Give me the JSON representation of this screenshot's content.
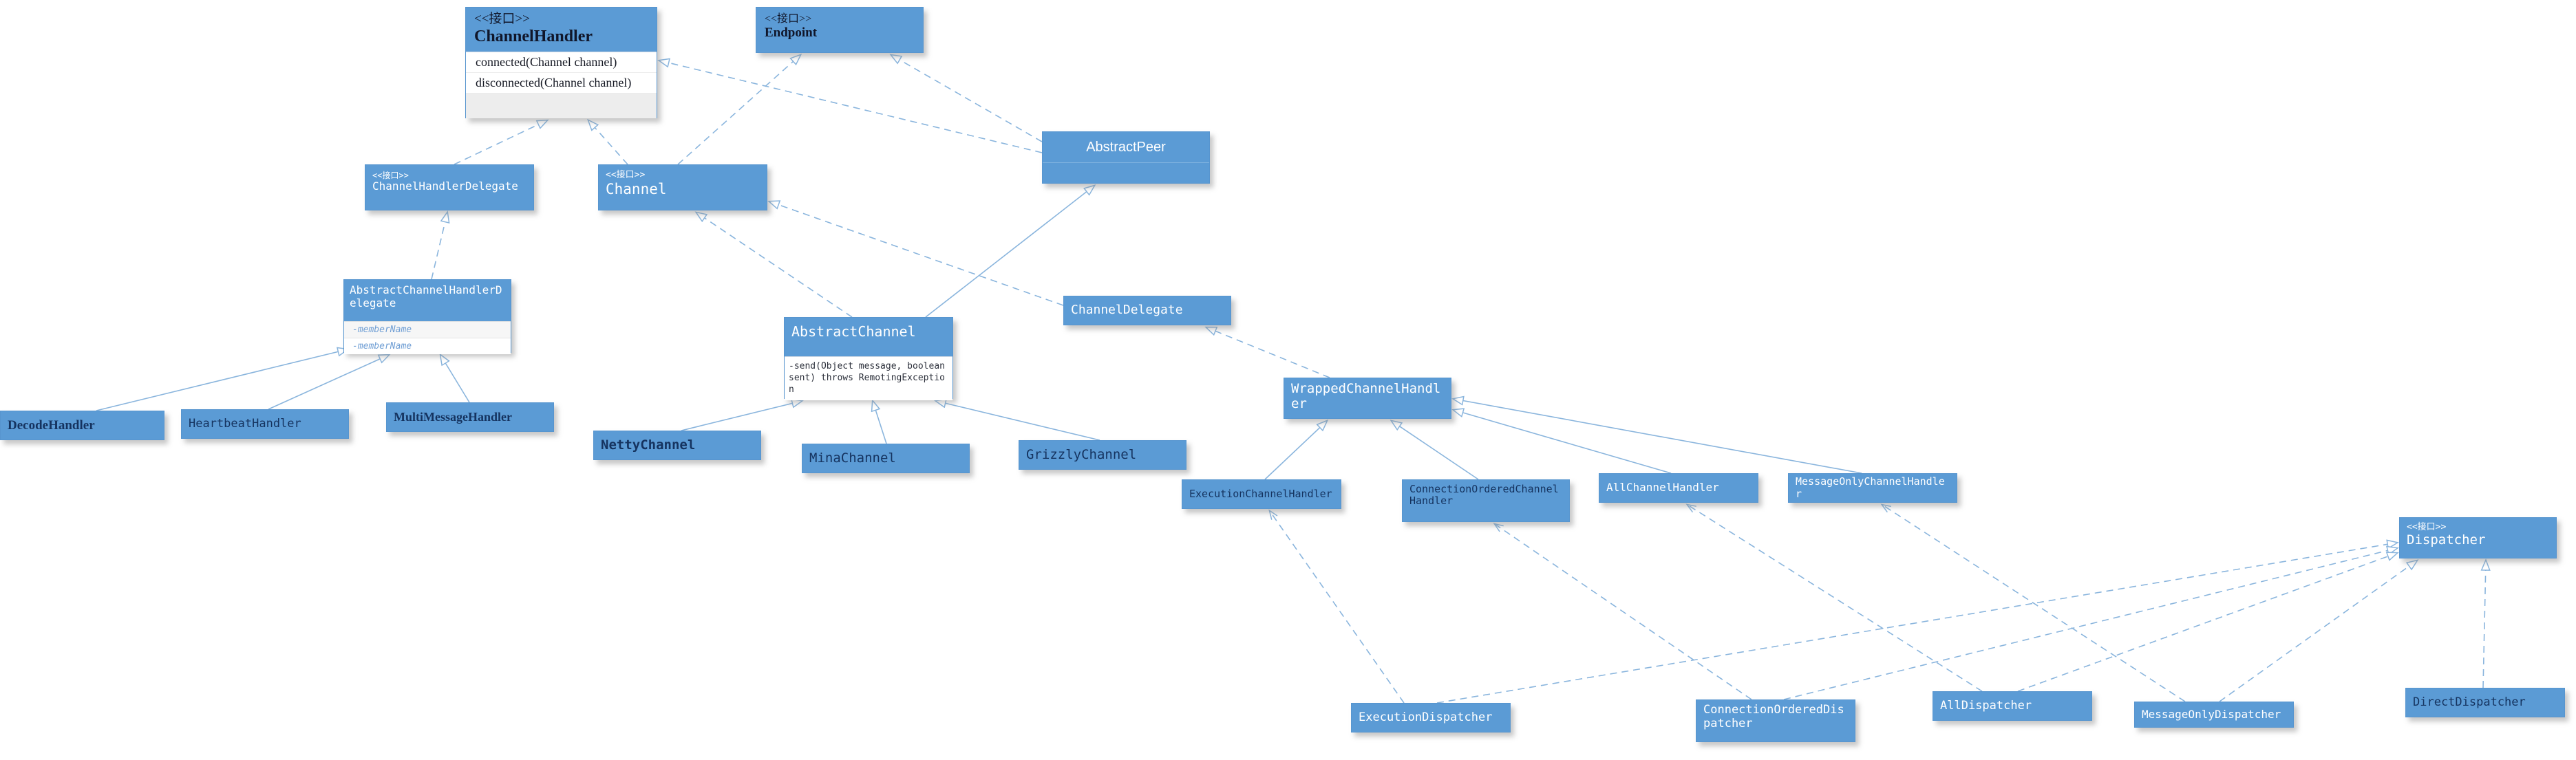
{
  "colors": {
    "node_fill": "#5b9bd5",
    "edge": "#8ab5dd",
    "canvas": "#ffffff"
  },
  "nodes": {
    "channelHandler": {
      "stereotype": "<<接口>>",
      "name": "ChannelHandler",
      "methods": [
        "connected(Channel channel)",
        "disconnected(Channel channel)"
      ]
    },
    "endpoint": {
      "stereotype": "<<接口>>",
      "name": "Endpoint"
    },
    "abstractPeer": {
      "name": "AbstractPeer"
    },
    "channelHandlerDelegate": {
      "stereotype": "<<接口>>",
      "name": "ChannelHandlerDelegate"
    },
    "channel": {
      "stereotype": "<<接口>>",
      "name": "Channel"
    },
    "channelDelegate": {
      "name": "ChannelDelegate"
    },
    "abstractChannelHandlerDelegate": {
      "name": "AbstractChannelHandlerDelegate",
      "members": [
        "-memberName",
        "-memberName"
      ]
    },
    "abstractChannel": {
      "name": "AbstractChannel",
      "methods": [
        "-send(Object message, boolean sent) throws RemotingException"
      ]
    },
    "wrappedChannelHandler": {
      "name": "WrappedChannelHandler"
    },
    "decodeHandler": {
      "name": "DecodeHandler"
    },
    "heartbeatHandler": {
      "name": "HeartbeatHandler"
    },
    "multiMessageHandler": {
      "name": "MultiMessageHandler"
    },
    "nettyChannel": {
      "name": "NettyChannel"
    },
    "minaChannel": {
      "name": "MinaChannel"
    },
    "grizzlyChannel": {
      "name": "GrizzlyChannel"
    },
    "executionChannelHandler": {
      "name": "ExecutionChannelHandler"
    },
    "connectionOrderedChannelHandler": {
      "name": "ConnectionOrderedChannelHandler"
    },
    "allChannelHandler": {
      "name": "AllChannelHandler"
    },
    "messageOnlyChannelHandler": {
      "name": "MessageOnlyChannelHandler"
    },
    "dispatcher": {
      "stereotype": "<<接口>>",
      "name": "Dispatcher"
    },
    "executionDispatcher": {
      "name": "ExecutionDispatcher"
    },
    "connectionOrderedDispatcher": {
      "name": "ConnectionOrderedDispatcher"
    },
    "allDispatcher": {
      "name": "AllDispatcher"
    },
    "messageOnlyDispatcher": {
      "name": "MessageOnlyDispatcher"
    },
    "directDispatcher": {
      "name": "DirectDispatcher"
    }
  },
  "relationships": [
    {
      "from": "Channel",
      "to": "Endpoint",
      "type": "realization"
    },
    {
      "from": "Channel",
      "to": "ChannelHandler",
      "type": "realization"
    },
    {
      "from": "AbstractPeer",
      "to": "Endpoint",
      "type": "realization"
    },
    {
      "from": "AbstractPeer",
      "to": "ChannelHandler",
      "type": "realization"
    },
    {
      "from": "ChannelHandlerDelegate",
      "to": "ChannelHandler",
      "type": "realization"
    },
    {
      "from": "AbstractChannelHandlerDelegate",
      "to": "ChannelHandlerDelegate",
      "type": "realization"
    },
    {
      "from": "AbstractChannel",
      "to": "AbstractPeer",
      "type": "generalization"
    },
    {
      "from": "AbstractChannel",
      "to": "Channel",
      "type": "realization"
    },
    {
      "from": "ChannelDelegate",
      "to": "Channel",
      "type": "realization"
    },
    {
      "from": "WrappedChannelHandler",
      "to": "ChannelDelegate",
      "type": "realization"
    },
    {
      "from": "DecodeHandler",
      "to": "AbstractChannelHandlerDelegate",
      "type": "generalization"
    },
    {
      "from": "HeartbeatHandler",
      "to": "AbstractChannelHandlerDelegate",
      "type": "generalization"
    },
    {
      "from": "MultiMessageHandler",
      "to": "AbstractChannelHandlerDelegate",
      "type": "generalization"
    },
    {
      "from": "NettyChannel",
      "to": "AbstractChannel",
      "type": "generalization"
    },
    {
      "from": "MinaChannel",
      "to": "AbstractChannel",
      "type": "generalization"
    },
    {
      "from": "GrizzlyChannel",
      "to": "AbstractChannel",
      "type": "generalization"
    },
    {
      "from": "ExecutionChannelHandler",
      "to": "WrappedChannelHandler",
      "type": "generalization"
    },
    {
      "from": "ConnectionOrderedChannelHandler",
      "to": "WrappedChannelHandler",
      "type": "generalization"
    },
    {
      "from": "AllChannelHandler",
      "to": "WrappedChannelHandler",
      "type": "generalization"
    },
    {
      "from": "MessageOnlyChannelHandler",
      "to": "WrappedChannelHandler",
      "type": "generalization"
    },
    {
      "from": "ExecutionDispatcher",
      "to": "Dispatcher",
      "type": "realization"
    },
    {
      "from": "ConnectionOrderedDispatcher",
      "to": "Dispatcher",
      "type": "realization"
    },
    {
      "from": "AllDispatcher",
      "to": "Dispatcher",
      "type": "realization"
    },
    {
      "from": "MessageOnlyDispatcher",
      "to": "Dispatcher",
      "type": "realization"
    },
    {
      "from": "DirectDispatcher",
      "to": "Dispatcher",
      "type": "realization"
    },
    {
      "from": "ExecutionDispatcher",
      "to": "ExecutionChannelHandler",
      "type": "dependency"
    },
    {
      "from": "ConnectionOrderedDispatcher",
      "to": "ConnectionOrderedChannelHandler",
      "type": "dependency"
    },
    {
      "from": "AllDispatcher",
      "to": "AllChannelHandler",
      "type": "dependency"
    },
    {
      "from": "MessageOnlyDispatcher",
      "to": "MessageOnlyChannelHandler",
      "type": "dependency"
    }
  ]
}
